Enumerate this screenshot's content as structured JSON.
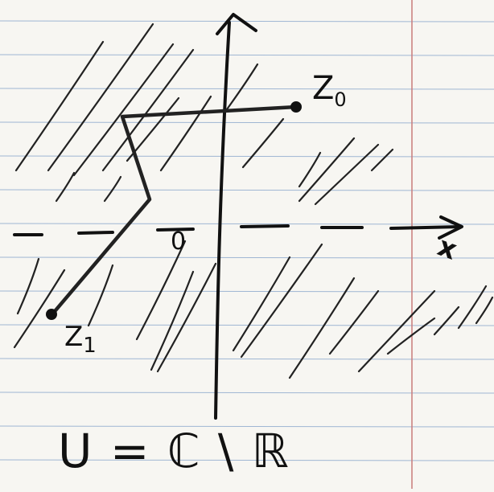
{
  "labels": {
    "z0": "Z",
    "z0_sub": "0",
    "z1": "Z",
    "z1_sub": "1",
    "origin": "0",
    "axis": "x"
  },
  "caption": "U = ℂ \\ ℝ",
  "colors": {
    "paper": "#f7f6f2",
    "ruled_line": "#9fb6d3",
    "margin_line": "#c97b7b",
    "ink": "#111111"
  }
}
